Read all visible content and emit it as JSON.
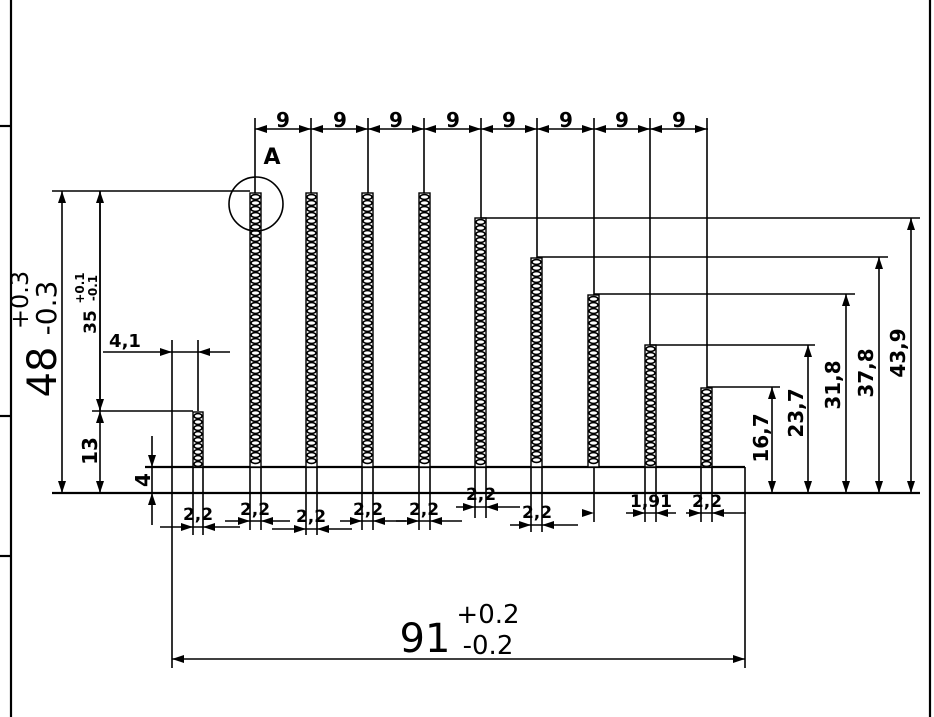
{
  "drawing": {
    "detail_mark": "A",
    "top_pitch": [
      "9",
      "9",
      "9",
      "9",
      "9",
      "9",
      "9",
      "9"
    ],
    "overall_height": {
      "nominal": "48",
      "upper_tol": "+0.3",
      "lower_tol": "-0.3"
    },
    "tall_fin_height": {
      "nominal": "35",
      "upper_tol": "+0.1",
      "lower_tol": "-0.1"
    },
    "short_fin_offset": "4,1",
    "short_fin_base": "13",
    "base_thickness": "4",
    "right_heights": [
      "16,7",
      "23,7",
      "31,8",
      "37,8",
      "43,9"
    ],
    "fin_thickness": [
      "2,2",
      "2,2",
      "2,2",
      "2,2",
      "2,2",
      "2,2",
      "2,2",
      "2,2"
    ],
    "fin_gap": "1,91",
    "overall_width": {
      "nominal": "91",
      "upper_tol": "+0.2",
      "lower_tol": "-0.2"
    }
  }
}
